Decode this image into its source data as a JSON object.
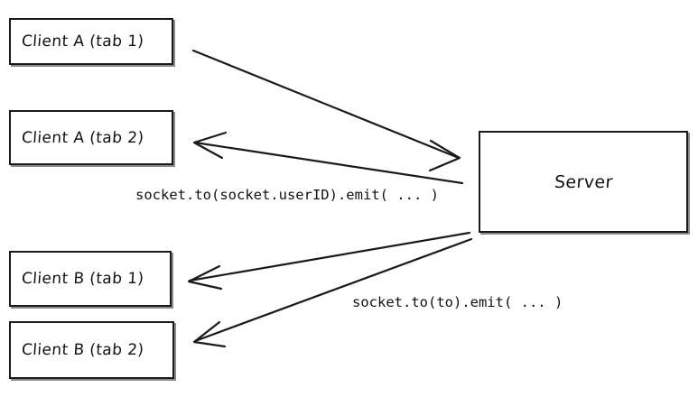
{
  "diagram": {
    "title": "socket.io room emit diagram",
    "background_color": "#ffffff",
    "stroke_color": "#1a1a1a",
    "shadow_color": "#8a8a8a",
    "nodes": [
      {
        "id": "client-a-tab-1",
        "label": "Client A (tab 1)"
      },
      {
        "id": "client-a-tab-2",
        "label": "Client A (tab 2)"
      },
      {
        "id": "client-b-tab-1",
        "label": "Client B (tab 1)"
      },
      {
        "id": "client-b-tab-2",
        "label": "Client B (tab 2)"
      },
      {
        "id": "server",
        "label": "Server"
      }
    ],
    "edges": [
      {
        "id": "edge-client-a-tab-1-to-server",
        "from": "client-a-tab-1",
        "to": "server",
        "direction": "right",
        "label": ""
      },
      {
        "id": "edge-server-to-client-a-tab-2",
        "from": "server",
        "to": "client-a-tab-2",
        "direction": "left",
        "label": "socket.to(socket.userID).emit( ... )"
      },
      {
        "id": "edge-server-to-client-b-tab-1",
        "from": "server",
        "to": "client-b-tab-1",
        "direction": "left",
        "label": ""
      },
      {
        "id": "edge-server-to-client-b-tab-2",
        "from": "server",
        "to": "client-b-tab-2",
        "direction": "left",
        "label": "socket.to(to).emit( ... )"
      }
    ],
    "labels": {
      "emit_user_id": "socket.to(socket.userID).emit( ... )",
      "emit_to": "socket.to(to).emit( ... )"
    }
  }
}
